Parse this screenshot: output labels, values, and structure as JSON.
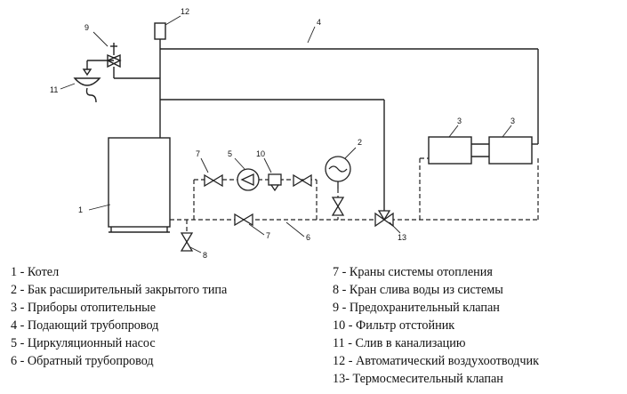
{
  "diagram": {
    "callouts": {
      "n1": "1",
      "n2": "2",
      "n3a": "3",
      "n3b": "3",
      "n4": "4",
      "n5": "5",
      "n6": "6",
      "n7a": "7",
      "n7b": "7",
      "n8": "8",
      "n9": "9",
      "n10": "10",
      "n11": "11",
      "n12": "12",
      "n13": "13"
    }
  },
  "legend": {
    "left": [
      "1 - Котел",
      "2 - Бак расширительный закрытого типа",
      "3 - Приборы отопительные",
      "4 - Подающий трубопровод",
      "5 - Циркуляционный насос",
      "6 - Обратный трубопровод"
    ],
    "right": [
      "7 - Краны системы отопления",
      "8 - Кран слива воды из системы",
      "9 - Предохранительный клапан",
      "10 - Фильтр отстойник",
      "11 - Слив в канализацию",
      "12 - Автоматический воздухоотводчик",
      "13- Термосмесительный клапан"
    ]
  }
}
